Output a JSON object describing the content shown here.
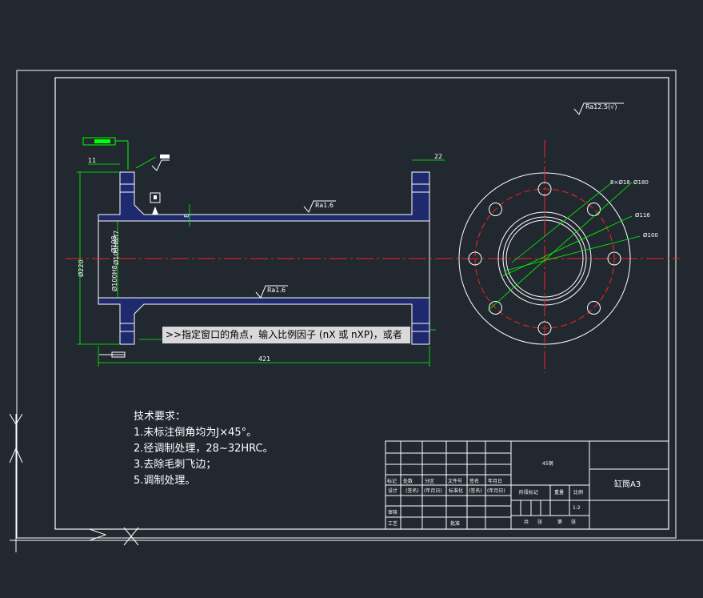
{
  "command_line": ">>指定窗口的角点，输入比例因子 (nX 或 nXP)，或者",
  "tech_requirements": {
    "heading": "技术要求：",
    "items": [
      "1.未标注倒角均为J×45°。",
      "2.径调制处理，28~32HRC。",
      "3.去除毛刺飞边；",
      "5.调制处理。"
    ]
  },
  "dimensions": {
    "overall_length": "421",
    "flange_thickness": "22",
    "outer_diameter": "Ø220",
    "bore": "Ø100H8",
    "wall": "8",
    "left_flange": "11",
    "bore_label_2": "Ø108",
    "bore_fit": "Ø100H8/f7",
    "hole_dia": "Ø18",
    "hole_count": "8",
    "pcd": "Ø180",
    "inner_1": "Ø116",
    "inner_2": "Ø100"
  },
  "surface_finish": {
    "general": "Ra12.5(√)",
    "top": "Ra1.6",
    "bottom": "Ra1.6"
  },
  "title_block": {
    "material": "45钢",
    "part_name": "缸筒A3",
    "scale_label": "比例",
    "scale_value": "1:2",
    "weight_label": "重量",
    "stage_label": "阶段标记",
    "sheet_total": "共",
    "sheet_label": "张",
    "sheet_no": "第",
    "sheet_label2": "张",
    "row_headers": [
      "标记",
      "处数",
      "分区",
      "文件号",
      "签名",
      "年月日"
    ],
    "design": "设计",
    "sign1": "(签名)",
    "date1": "(年月日)",
    "standard": "标准化",
    "sign2": "(签名)",
    "date2": "(年月日)",
    "review": "审核",
    "process": "工艺",
    "approve": "批准"
  },
  "colors": {
    "background": "#212830",
    "lines": "#ffffff",
    "centerline": "#ff2020",
    "dimension": "#00ff00",
    "section_fill": "#2a2a8a"
  }
}
